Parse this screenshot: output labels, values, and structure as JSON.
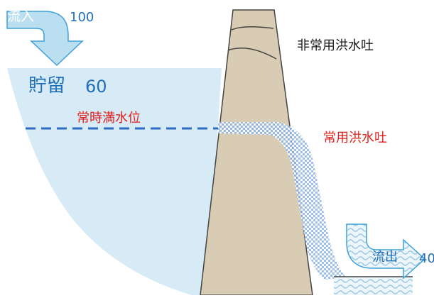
{
  "labels": {
    "inflow": "流入",
    "inflow_value": "100",
    "storage": "貯留",
    "storage_value": "60",
    "normal_water_level": "常時満水位",
    "emergency_spillway": "非常用洪水吐",
    "service_spillway": "常用洪水吐",
    "outflow": "流出",
    "outflow_value": "40"
  },
  "colors": {
    "reservoir": "#d6ebf5",
    "dam_body": "#d8ccb4",
    "dam_outline": "#444444",
    "water_line": "#2f6cc1",
    "spill_flow": "#8db4e8",
    "arrow_fill": "#b9dff0",
    "arrow_stroke": "#3fa0d8",
    "value_text": "#1f6fb8",
    "label_red": "#e0201b",
    "label_dark": "#1a1a1a"
  }
}
